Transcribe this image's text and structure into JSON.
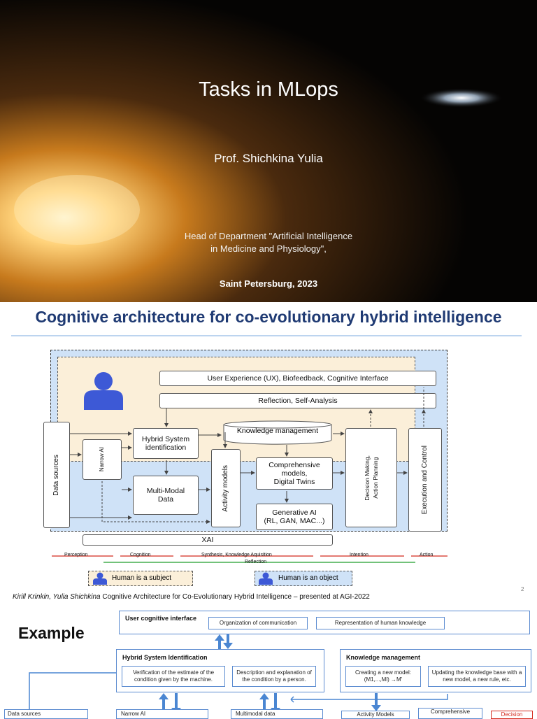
{
  "slide1": {
    "title": "Tasks in MLops",
    "author": "Prof. Shichkina Yulia",
    "dept_line1": "Head of Department \"Artificial Intelligence",
    "dept_line2": "in Medicine and Physiology\",",
    "place": "Saint Petersburg, 2023"
  },
  "slide2": {
    "heading": "Cognitive architecture for co-evolutionary hybrid intelligence",
    "boxes": {
      "ux": "User Experience (UX), Biofeedback, Cognitive Interface",
      "reflection_box": "Reflection, Self-Analysis",
      "hybrid_1": "Hybrid System",
      "hybrid_2": "identification",
      "knowledge": "Knowledge management",
      "data_sources": "Data sources",
      "narrow_ai": "Narrow AI",
      "multimodal_1": "Multi-Modal",
      "multimodal_2": "Data",
      "activity": "Activity models",
      "comprehensive_1": "Comprehensive",
      "comprehensive_2": "models,",
      "comprehensive_3": "Digital Twins",
      "generative_1": "Generative AI",
      "generative_2": "(RL, GAN, MAC...)",
      "decision_1": "Decision Making,",
      "decision_2": "Action Planning",
      "execution": "Execution and Control",
      "xai": "XAI"
    },
    "stages": {
      "perception": "Perception",
      "cognition": "Cognition",
      "synthesis": "Synthesis, Knowledge Aquisition",
      "intention": "Intention",
      "action": "Action",
      "reflection": "Reflection"
    },
    "legend": {
      "subject": "Human is a subject",
      "object": "Human is an object"
    },
    "caption_authors": "Kirill Krinkin, Yulia Shichkina",
    "caption_rest": " Cognitive Architecture for Co-Evolutionary Hybrid Intelligence – presented at AGI-2022",
    "page_number": "2"
  },
  "slide3": {
    "example": "Example",
    "user_interface": "User cognitive interface",
    "org_comm": "Organization of communication",
    "repr_knowledge": "Representation of human knowledge",
    "hybrid_id": "Hybrid System Identification",
    "verification": "Verification of the estimate of the condition given by the machine.",
    "description": "Description and explanation of the condition by a person.",
    "knowledge_mgmt": "Knowledge management",
    "new_model_1": "Creating a new model:",
    "new_model_2": "(M1,...,Ml) →M'",
    "updating": "Updating the knowledge base with a new model, a new rule, etc.",
    "data_sources": "Data sources",
    "narrow_ai": "Narrow AI",
    "multimodal": "Multimodal data",
    "activity_models": "Activity Models",
    "comprehensive": "Comprehensive",
    "decision": "Decision"
  },
  "colors": {
    "heading_blue": "#1f3a73",
    "diagram_blue": "#cfe2f7",
    "diagram_tan": "#fbefd9",
    "legend_blue": "#3d59d6",
    "slide3_blue": "#4a86d2",
    "arrow_red": "#d42a1e",
    "arrow_green": "#1f9e2a"
  }
}
